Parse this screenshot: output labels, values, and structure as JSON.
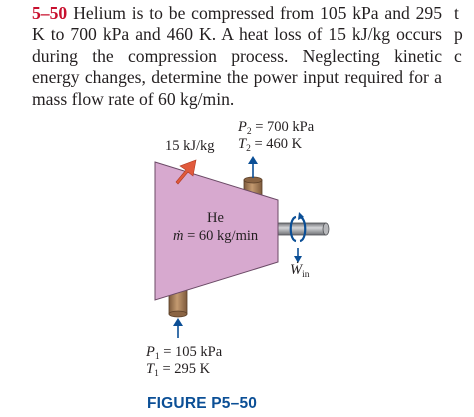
{
  "problem": {
    "number": "5–50",
    "text": "Helium is to be compressed from 105 kPa and 295 K to 700 kPa and 460 K. A heat loss of 15 kJ/kg occurs during the compression process. Neglecting kinetic energy changes, determine the power input required for a mass flow rate of 60 kg/min."
  },
  "side_fragment": "t\np\nc",
  "figure": {
    "heat_loss_label": "15 kJ/kg",
    "outlet_p": "P",
    "outlet_p_sub": "2",
    "outlet_p_value": " = 700 kPa",
    "outlet_t": "T",
    "outlet_t_sub": "2",
    "outlet_t_value": " = 460 K",
    "fluid": "He",
    "mass_flow_symbol": "ṁ",
    "mass_flow_value": " = 60 kg/min",
    "work_symbol": "Ẇ",
    "work_sub": "in",
    "inlet_p": "P",
    "inlet_p_sub": "1",
    "inlet_p_value": " = 105 kPa",
    "inlet_t": "T",
    "inlet_t_sub": "1",
    "inlet_t_value": " = 295 K",
    "caption": "FIGURE P5–50",
    "colors": {
      "compressor_fill": "#d7a9cf",
      "pipe_fill": "#a07a55",
      "shaft_fill": "#9a9ca0",
      "arrow_blue": "#0b4f96",
      "arrow_red": "#e15a3c",
      "caption_blue": "#0b4f96"
    }
  }
}
